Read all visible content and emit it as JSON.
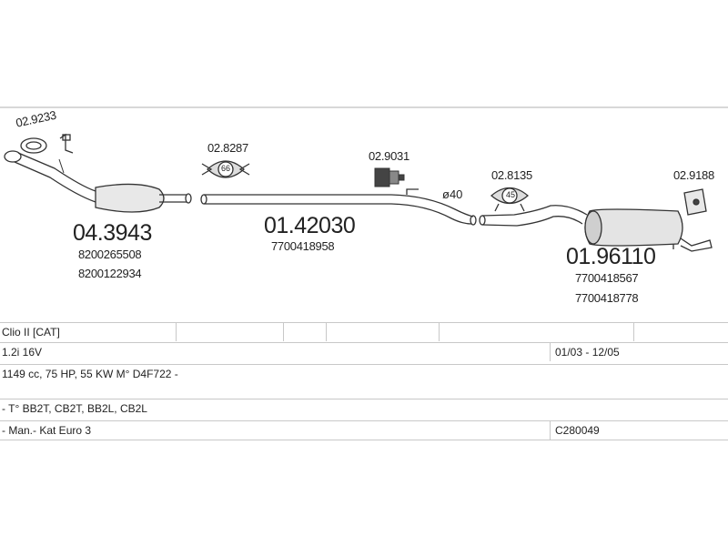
{
  "parts": [
    {
      "code": "02.9233",
      "role": "gasket"
    },
    {
      "code": "04.3943",
      "role": "catalytic-converter",
      "oem": [
        "8200265508",
        "8200122934"
      ]
    },
    {
      "code": "02.8287",
      "role": "clamp",
      "badge": "66"
    },
    {
      "code": "01.42030",
      "role": "middle-pipe",
      "oem": [
        "7700418958"
      ]
    },
    {
      "code": "02.9031",
      "role": "rubber-mount"
    },
    {
      "code": "01.96110",
      "role": "rear-silencer",
      "oem": [
        "7700418567",
        "7700418778"
      ]
    },
    {
      "code": "02.8135",
      "role": "clamp",
      "badge": "45"
    },
    {
      "code": "02.9188",
      "role": "bracket"
    }
  ],
  "diameter_label": "ø40",
  "table": {
    "model": "Clio II  [CAT]",
    "engine": "1.2i 16V",
    "period": "01/03 - 12/05",
    "spec": "1149 cc, 75 HP, 55 KW M° D4F722 -",
    "types": "- T° BB2T, CB2T, BB2L, CB2L",
    "notes": "- Man.- Kat Euro 3",
    "ref": "C280049"
  }
}
